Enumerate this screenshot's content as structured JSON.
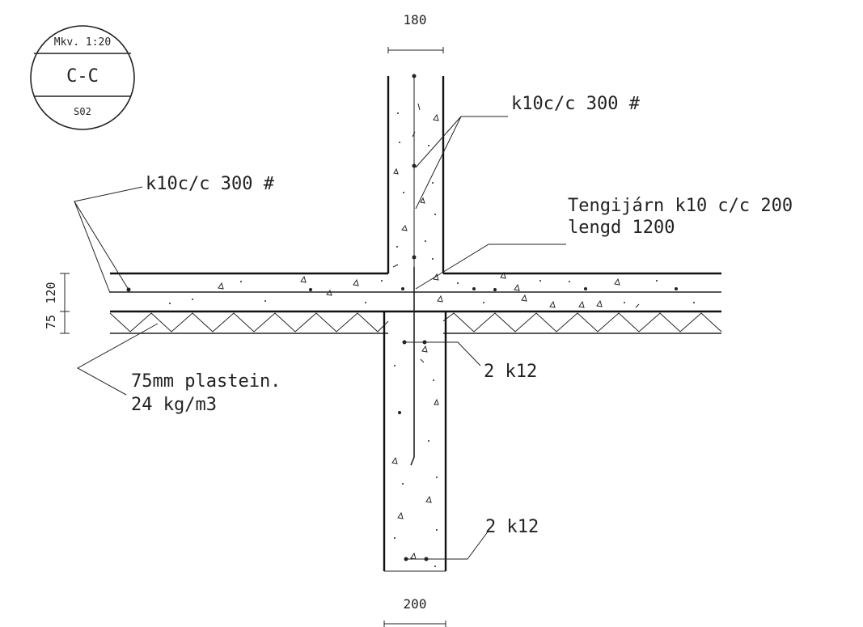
{
  "title_block": {
    "scale": "Mkv. 1:20",
    "section": "C-C",
    "sheet": "S02"
  },
  "dimensions": {
    "wall_top_width": "180",
    "wall_bottom_width": "200",
    "slab_thickness": "120",
    "insulation_thickness": "75"
  },
  "labels": {
    "wall_rebar": "k10c/c 300 #",
    "slab_rebar": "k10c/c 300 #",
    "tie_bar_line1": "Tengijárn k10 c/c 200",
    "tie_bar_line2": "lengd 1200",
    "insulation_line1": "75mm plastein.",
    "insulation_line2": "24 kg/m3",
    "upper_bars": "2 k12",
    "lower_bars": "2 k12"
  },
  "colors": {
    "line": "#222222",
    "background": "#ffffff"
  }
}
